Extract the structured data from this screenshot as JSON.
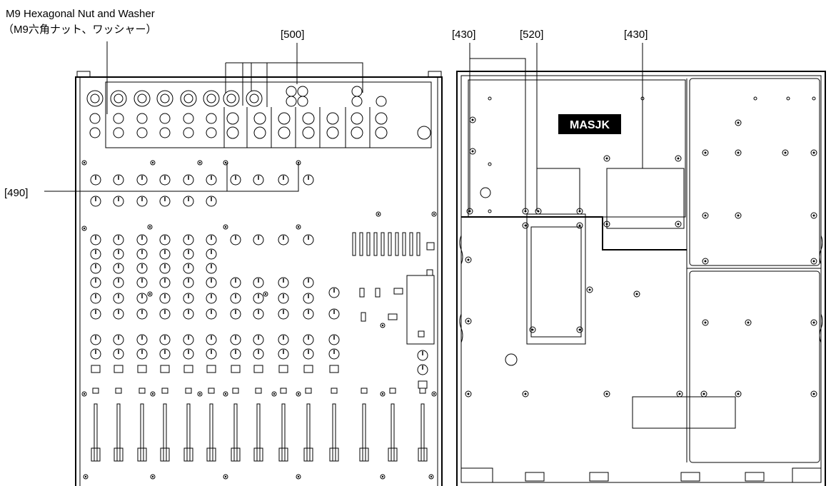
{
  "labels": {
    "nut_washer_en": "M9 Hexagonal Nut and Washer",
    "nut_washer_ja": "（M9六角ナット、ワッシャー）",
    "ref_500": "[500]",
    "ref_430_left": "[430]",
    "ref_520": "[520]",
    "ref_430_right": "[430]",
    "ref_490": "[490]",
    "badge": "MASJK"
  },
  "colors": {
    "line": "#000000",
    "background": "#ffffff",
    "badge_bg": "#000000",
    "badge_text": "#ffffff"
  }
}
